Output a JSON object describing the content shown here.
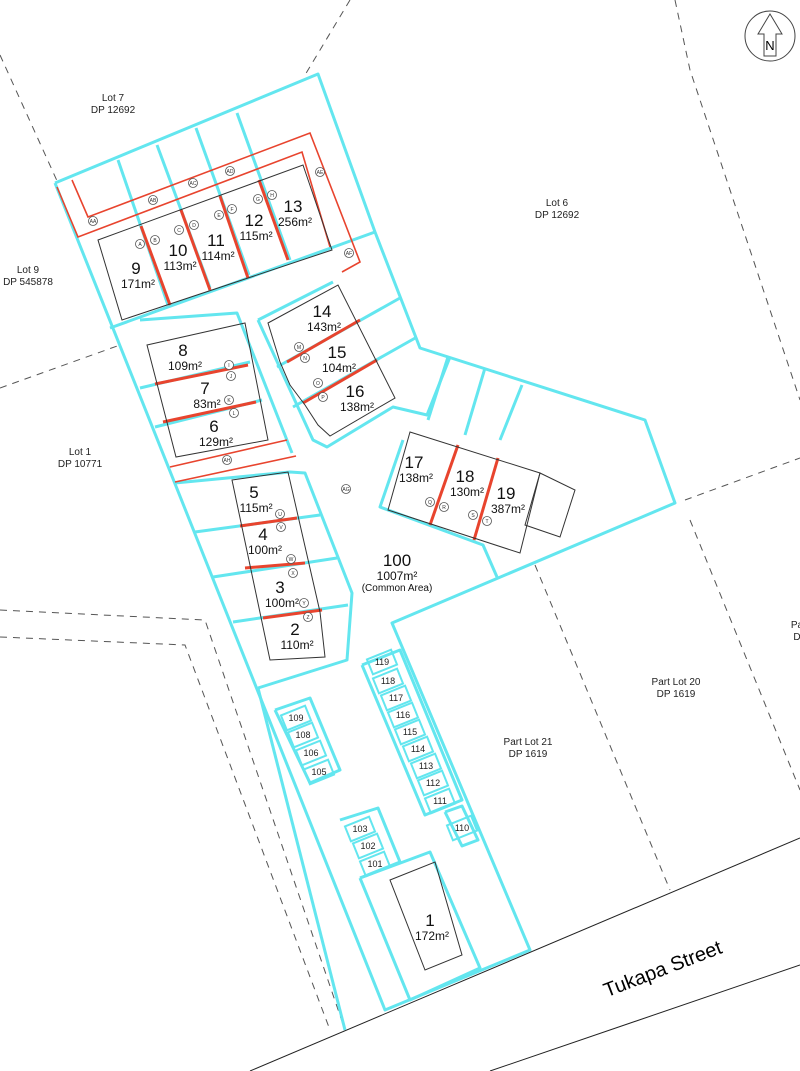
{
  "title": "Subdivision scheme plan",
  "north_label": "N",
  "street": "Tukapa Street",
  "neighbours": [
    {
      "lot": "Lot 7",
      "dp": "DP 12692"
    },
    {
      "lot": "Lot 6",
      "dp": "DP 12692"
    },
    {
      "lot": "Lot 9",
      "dp": "DP 545878"
    },
    {
      "lot": "Lot 1",
      "dp": "DP 10771"
    },
    {
      "lot": "Part Lot 21",
      "dp": "DP 1619"
    },
    {
      "lot": "Part Lot 20",
      "dp": "DP 1619"
    },
    {
      "lot": "Pa",
      "dp": "D"
    }
  ],
  "lots": [
    {
      "number": "9",
      "area": "171m²"
    },
    {
      "number": "10",
      "area": "113m²"
    },
    {
      "number": "11",
      "area": "114m²"
    },
    {
      "number": "12",
      "area": "115m²"
    },
    {
      "number": "13",
      "area": "256m²"
    },
    {
      "number": "14",
      "area": "143m²"
    },
    {
      "number": "15",
      "area": "104m²"
    },
    {
      "number": "16",
      "area": "138m²"
    },
    {
      "number": "8",
      "area": "109m²"
    },
    {
      "number": "7",
      "area": "83m²"
    },
    {
      "number": "6",
      "area": "129m²"
    },
    {
      "number": "17",
      "area": "138m²"
    },
    {
      "number": "18",
      "area": "130m²"
    },
    {
      "number": "19",
      "area": "387m²"
    },
    {
      "number": "5",
      "area": "115m²"
    },
    {
      "number": "4",
      "area": "100m²"
    },
    {
      "number": "3",
      "area": "100m²"
    },
    {
      "number": "2",
      "area": "110m²"
    },
    {
      "number": "1",
      "area": "172m²"
    }
  ],
  "common_area": {
    "number": "100",
    "area": "1007m²",
    "note": "(Common Area)"
  },
  "parking": [
    "119",
    "118",
    "117",
    "116",
    "115",
    "114",
    "113",
    "112",
    "111",
    "110",
    "109",
    "108",
    "106",
    "105",
    "103",
    "102",
    "101"
  ],
  "markers": [
    "A",
    "B",
    "C",
    "D",
    "E",
    "F",
    "G",
    "H",
    "AA",
    "AB",
    "AC",
    "AD",
    "AE",
    "AF",
    "I",
    "J",
    "K",
    "L",
    "M",
    "N",
    "O",
    "P",
    "AH",
    "AG",
    "Q",
    "R",
    "S",
    "T",
    "U",
    "V",
    "W",
    "X",
    "Y",
    "Z"
  ]
}
